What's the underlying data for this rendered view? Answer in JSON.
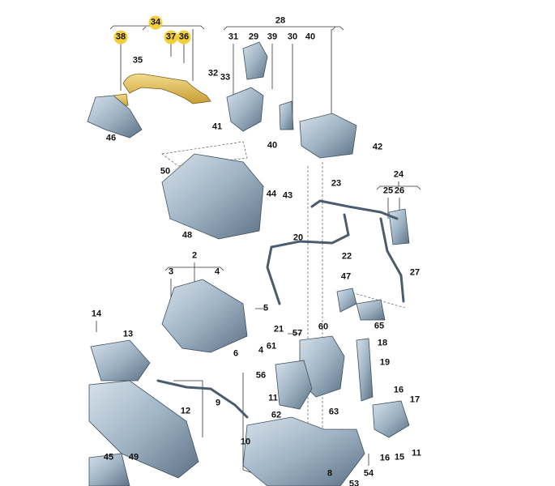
{
  "title": "Exhaust gas recirculation / particulate filter parts diagram",
  "colors": {
    "part_fill": "#9fb3c4",
    "part_dark": "#5d7286",
    "highlight_part": "#e2c05a",
    "highlight_badge": "#f2cf3a",
    "line": "#333333"
  },
  "labels": {
    "l34": "34",
    "l38": "38",
    "l37": "37",
    "l36": "36",
    "l35": "35",
    "l46": "46",
    "l32": "32",
    "l33": "33",
    "l28": "28",
    "l31": "31",
    "l29": "29",
    "l39": "39",
    "l30": "30",
    "l40a": "40",
    "l41": "41",
    "l40b": "40",
    "l42": "42",
    "l50": "50",
    "l44": "44",
    "l43": "43",
    "l48": "48",
    "l23": "23",
    "l24": "24",
    "l25": "25",
    "l26": "26",
    "l20": "20",
    "l22": "22",
    "l27": "27",
    "l2": "2",
    "l3": "3",
    "l4a": "4",
    "l5": "5",
    "l21": "21",
    "l47": "47",
    "l65": "65",
    "l14": "14",
    "l13": "13",
    "l60": "60",
    "l57": "57",
    "l18": "18",
    "l61": "61",
    "l4b": "4",
    "l6": "6",
    "l19": "19",
    "l56": "56",
    "l11a": "11",
    "l9": "9",
    "l12": "12",
    "l16a": "16",
    "l17": "17",
    "l62": "62",
    "l63": "63",
    "l10": "10",
    "l16b": "16",
    "l15": "15",
    "l11b": "11",
    "l49": "49",
    "l45": "45",
    "l8": "8",
    "l54": "54",
    "l53": "53"
  }
}
